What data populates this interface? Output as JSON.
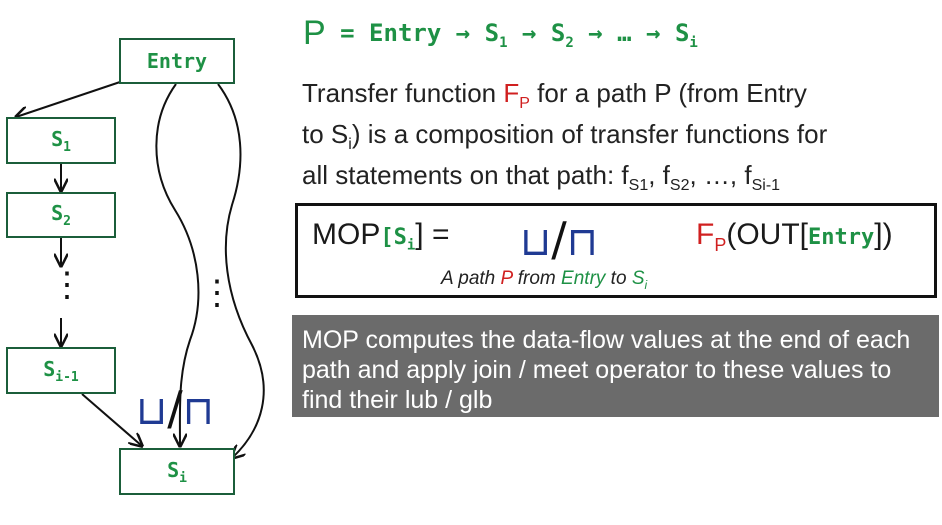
{
  "diagram": {
    "nodes": {
      "entry": "Entry",
      "s1": {
        "base": "S",
        "sub": "1"
      },
      "s2": {
        "base": "S",
        "sub": "2"
      },
      "si1": {
        "base": "S",
        "sub": "i-1"
      },
      "si": {
        "base": "S",
        "sub": "i"
      }
    },
    "ellipsis": "⋮",
    "join_symbol": "⊔",
    "meet_symbol": "⊓",
    "slash": "/"
  },
  "path_def": {
    "p": "P",
    "eq": "= Entry",
    "arrow": "→",
    "s": "S",
    "sub1": "1",
    "sub2": "2",
    "subi": "i",
    "dots": "…"
  },
  "description": {
    "line1_a": "Transfer function ",
    "fp_base": "F",
    "fp_sub": "P",
    "line1_b": " for a path P (from Entry",
    "line2_a": "to S",
    "line2_sub": "i",
    "line2_b": ") is a composition of transfer functions for",
    "line3_a": "all statements on that path: f",
    "f1_sub": "S1",
    "sep1": ", f",
    "f2_sub": "S2",
    "sep2": ", …, f",
    "f3_sub": "Si-1"
  },
  "mop_formula": {
    "mop": "MOP",
    "lbr": "[",
    "s": "S",
    "s_sub": "i",
    "rbr_eq": "] =",
    "join": "⊔",
    "slash": "/",
    "meet": "⊓",
    "f": "F",
    "f_sub": "P",
    "out_open": "(OUT[",
    "entry": "Entry",
    "out_close": "])",
    "caption": {
      "a": "A path ",
      "p": "P",
      "b": " from ",
      "entry": "Entry",
      "c": " to ",
      "s": "S",
      "s_sub": "i"
    }
  },
  "note": "MOP computes the data-flow values at the end of each path and apply join / meet operator to these values to find their lub / glb"
}
